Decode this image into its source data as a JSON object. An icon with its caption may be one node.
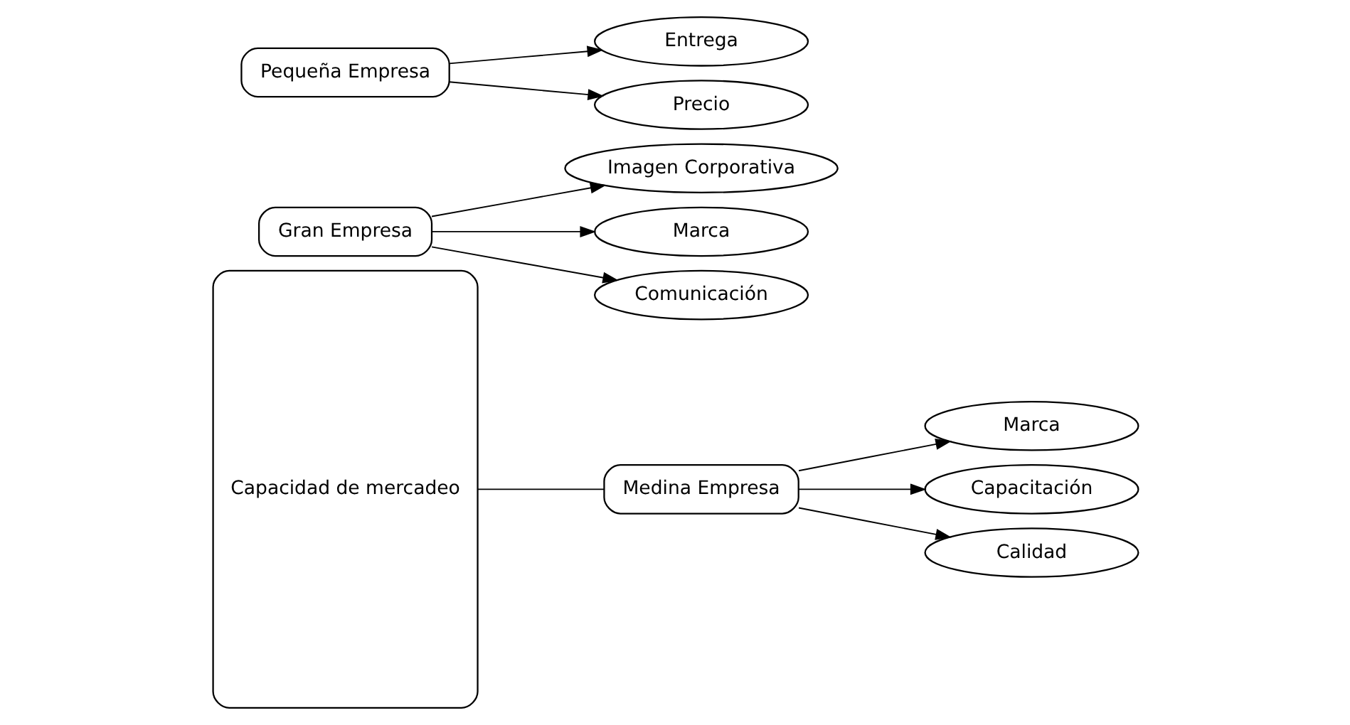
{
  "diagram": {
    "nodes": [
      {
        "text": [
          "Capacidad de mercadeo"
        ]
      },
      {
        "text": [
          "Gran Empresa"
        ]
      },
      {
        "text": [
          "Imagen Corporativa"
        ]
      },
      {
        "text": [
          "Marca"
        ]
      },
      {
        "text": [
          "Comunicación"
        ]
      },
      {
        "text": [
          "Medina Empresa"
        ]
      },
      {
        "text": [
          "Marca"
        ]
      },
      {
        "text": [
          "Capacitación"
        ]
      },
      {
        "text": [
          "Calidad"
        ]
      },
      {
        "text": [
          "Pequeña Empresa"
        ]
      },
      {
        "text": [
          "Entrega"
        ]
      },
      {
        "text": [
          "Precio"
        ]
      }
    ],
    "edges": [
      {
        "from": 0,
        "to": 5,
        "arrow": "none"
      },
      {
        "from": 1,
        "to": 2,
        "arrow": "to"
      },
      {
        "from": 1,
        "to": 3,
        "arrow": "to"
      },
      {
        "from": 1,
        "to": 4,
        "arrow": "to"
      },
      {
        "from": 5,
        "to": 6,
        "arrow": "to"
      },
      {
        "from": 5,
        "to": 7,
        "arrow": "to"
      },
      {
        "from": 5,
        "to": 8,
        "arrow": "to"
      },
      {
        "from": 9,
        "to": 10,
        "arrow": "to"
      },
      {
        "from": 9,
        "to": 11,
        "arrow": "to"
      }
    ]
  }
}
